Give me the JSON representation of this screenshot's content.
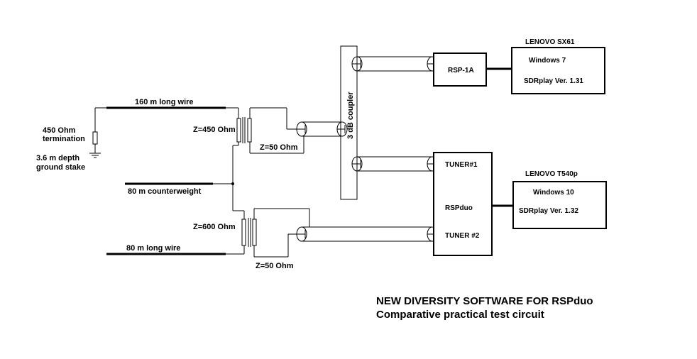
{
  "antennas": {
    "wire_160": "160 m long wire",
    "termination": [
      "450 Ohm",
      "termination"
    ],
    "ground": [
      "3.6 m depth",
      "ground stake"
    ],
    "counterweight": "80 m counterweight",
    "wire_80": "80 m long wire"
  },
  "transformers": {
    "top_primary": "Z=450 Ohm",
    "top_secondary": "Z=50 Ohm",
    "bottom_primary": "Z=600 Ohm",
    "bottom_secondary": "Z=50 Ohm"
  },
  "coupler": {
    "label": "3 dB coupler"
  },
  "receivers": {
    "rsp1a": "RSP-1A",
    "rspduo": "RSPduo",
    "tuner1": "TUNER#1",
    "tuner2": "TUNER #2"
  },
  "computers": {
    "pc1": {
      "name": "LENOVO SX61",
      "os": "Windows 7",
      "software": "SDRplay Ver. 1.31"
    },
    "pc2": {
      "name": "LENOVO T540p",
      "os": "Windows 10",
      "software": "SDRplay Ver. 1.32"
    }
  },
  "caption": {
    "line1": "NEW DIVERSITY SOFTWARE FOR RSPduo",
    "line2": "Comparative practical test circuit"
  }
}
